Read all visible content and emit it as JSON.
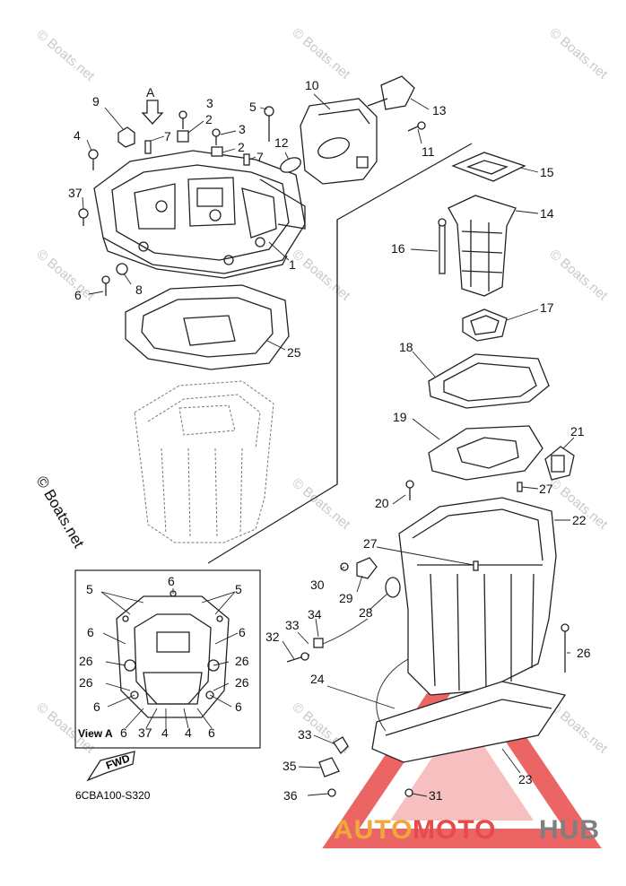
{
  "diagram_code": "6CBA100-S320",
  "view_label": "View A",
  "view_marker": "A",
  "fwd_label": "FWD",
  "copyright": "© Boats.net",
  "watermark_text": "© Boats.net",
  "brand": {
    "part1": "AUTO",
    "part2": "MOTO",
    "part3": "HUB"
  },
  "colors": {
    "brand_orange": "#f0a83a",
    "brand_red": "#e84a4a",
    "brand_gray": "#7f7f7f"
  },
  "callouts": {
    "c1": "1",
    "c2a": "2",
    "c2b": "2",
    "c3a": "3",
    "c3b": "3",
    "c4": "4",
    "c5": "5",
    "c6a": "6",
    "c7a": "7",
    "c7b": "7",
    "c8": "8",
    "c9": "9",
    "c10": "10",
    "c11": "11",
    "c12": "12",
    "c13": "13",
    "c14": "14",
    "c15": "15",
    "c16": "16",
    "c17": "17",
    "c18": "18",
    "c19": "19",
    "c20": "20",
    "c21": "21",
    "c22": "22",
    "c23": "23",
    "c24": "24",
    "c25": "25",
    "c26": "26",
    "c27a": "27",
    "c27b": "27",
    "c28": "28",
    "c29": "29",
    "c30": "30",
    "c31": "31",
    "c32": "32",
    "c33a": "33",
    "c33b": "33",
    "c34": "34",
    "c35": "35",
    "c36": "36",
    "c37": "37"
  },
  "view_a_callouts": {
    "v6top": "6",
    "v5l": "5",
    "v5r": "5",
    "v6l1": "6",
    "v6r1": "6",
    "v26l1": "26",
    "v26r1": "26",
    "v26l2": "26",
    "v26r2": "26",
    "v6l2": "6",
    "v6r2": "6",
    "v6b1": "6",
    "v37": "37",
    "v4a": "4",
    "v4b": "4",
    "v6b2": "6"
  }
}
